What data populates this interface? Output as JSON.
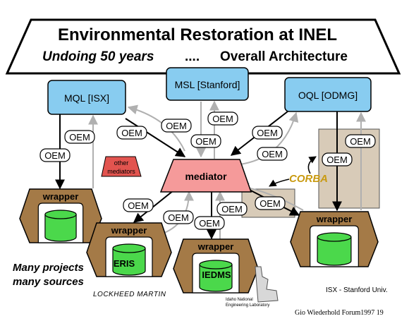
{
  "header": {
    "title": "Environmental Restoration at INEL",
    "subtitle_left": "Undoing 50 years",
    "ellipsis": "....",
    "subtitle_right": "Overall Architecture"
  },
  "top_boxes": {
    "mql": "MQL [ISX]",
    "msl": "MSL [Stanford]",
    "oql": "OQL [ODMG]"
  },
  "mediator": {
    "label": "mediator",
    "other": [
      "other",
      "mediators"
    ],
    "corba": "CORBA"
  },
  "oem_label": "OEM",
  "wrapper_label": "wrapper",
  "databases": {
    "eris": "ERIS",
    "iedms": "IEDMS"
  },
  "footer": {
    "many_line1": "Many projects",
    "many_line2": "many sources",
    "lockheed": "LOCKHEED MARTIN",
    "idaho": [
      "Idaho National",
      "Engineering Laboratory"
    ],
    "isx": "ISX - Stanford Univ.",
    "credit": "Gio Wiederhold Forum1997 19"
  },
  "colors": {
    "box_fill": "#88ccf0",
    "mediator_fill": "#f59a9a",
    "other_fill": "#e2544f",
    "wrapper_fill": "#a47a47",
    "db_fill": "#4bd84b",
    "panel_fill": "#d8cbb8",
    "corba_text": "#c99a10",
    "grey_line": "#b0b0b0"
  }
}
